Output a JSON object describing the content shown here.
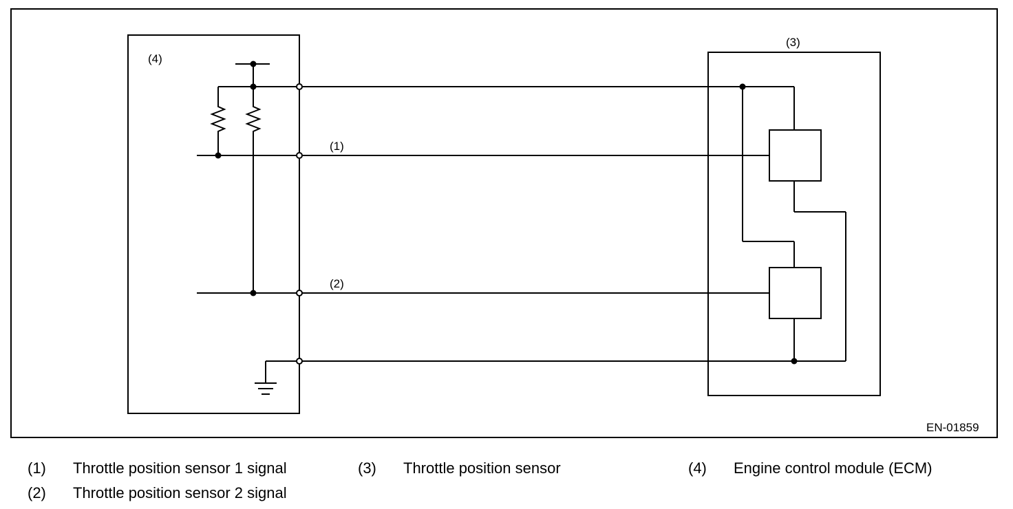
{
  "diagram": {
    "ecm_label": "(4)",
    "sensor_label": "(3)",
    "signal1_label": "(1)",
    "signal2_label": "(2)",
    "figure_id": "EN-01859"
  },
  "legend": [
    {
      "num": "(1)",
      "text": "Throttle position sensor 1 signal"
    },
    {
      "num": "(2)",
      "text": "Throttle position sensor 2 signal"
    },
    {
      "num": "(3)",
      "text": "Throttle position sensor"
    },
    {
      "num": "(4)",
      "text": "Engine control module (ECM)"
    }
  ]
}
